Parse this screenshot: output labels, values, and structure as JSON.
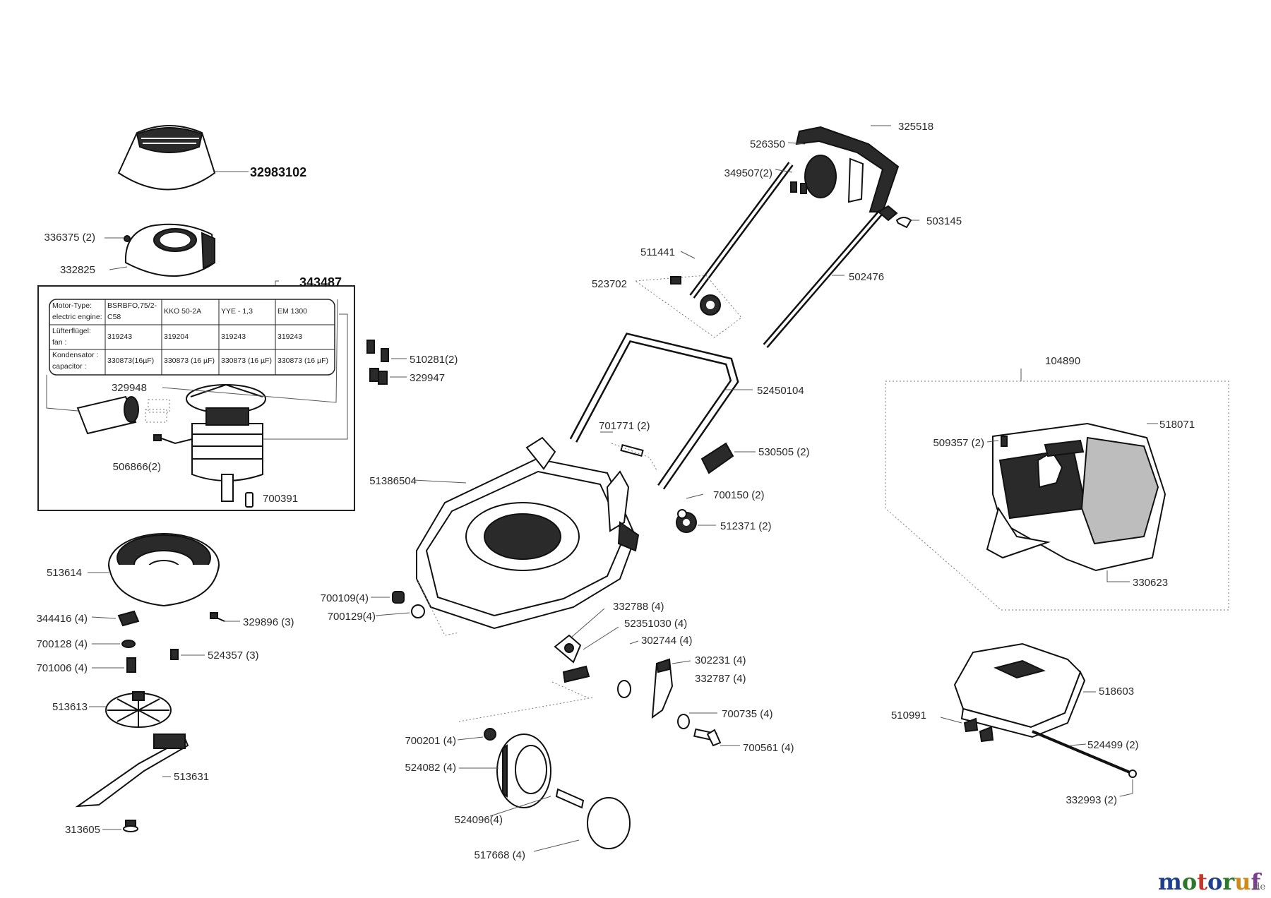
{
  "callouts": [
    {
      "id": "c32983102",
      "text": "32983102",
      "bold": true
    },
    {
      "id": "c336375",
      "text": "336375 (2)"
    },
    {
      "id": "c332825",
      "text": "332825"
    },
    {
      "id": "c343487",
      "text": "343487",
      "bold": true
    },
    {
      "id": "c329948",
      "text": "329948"
    },
    {
      "id": "c506866",
      "text": "506866(2)"
    },
    {
      "id": "c700391",
      "text": "700391"
    },
    {
      "id": "c513614",
      "text": "513614"
    },
    {
      "id": "c344416",
      "text": "344416 (4)"
    },
    {
      "id": "c329896",
      "text": "329896 (3)"
    },
    {
      "id": "c700128",
      "text": "700128 (4)"
    },
    {
      "id": "c524357",
      "text": "524357 (3)"
    },
    {
      "id": "c701006",
      "text": "701006 (4)"
    },
    {
      "id": "c513613",
      "text": "513613"
    },
    {
      "id": "c513631",
      "text": "513631"
    },
    {
      "id": "c313605",
      "text": "313605"
    },
    {
      "id": "c325518",
      "text": "325518"
    },
    {
      "id": "c526350",
      "text": "526350"
    },
    {
      "id": "c349507",
      "text": "349507(2)"
    },
    {
      "id": "c503145",
      "text": "503145"
    },
    {
      "id": "c511441",
      "text": "511441"
    },
    {
      "id": "c523702",
      "text": "523702"
    },
    {
      "id": "c502476",
      "text": "502476"
    },
    {
      "id": "c510281",
      "text": "510281(2)"
    },
    {
      "id": "c329947",
      "text": "329947"
    },
    {
      "id": "c52450104",
      "text": "52450104"
    },
    {
      "id": "c701771",
      "text": "701771 (2)"
    },
    {
      "id": "c530505",
      "text": "530505 (2)"
    },
    {
      "id": "c51386504",
      "text": "51386504"
    },
    {
      "id": "c700150",
      "text": "700150 (2)"
    },
    {
      "id": "c512371",
      "text": "512371 (2)"
    },
    {
      "id": "c700109",
      "text": "700109(4)"
    },
    {
      "id": "c700129",
      "text": "700129(4)"
    },
    {
      "id": "c332788",
      "text": "332788 (4)"
    },
    {
      "id": "c52351030",
      "text": "52351030 (4)"
    },
    {
      "id": "c302744",
      "text": "302744 (4)"
    },
    {
      "id": "c302231",
      "text": "302231 (4)"
    },
    {
      "id": "c332787",
      "text": "332787 (4)"
    },
    {
      "id": "c700735",
      "text": "700735 (4)"
    },
    {
      "id": "c700561",
      "text": "700561 (4)"
    },
    {
      "id": "c700201",
      "text": "700201 (4)"
    },
    {
      "id": "c524082",
      "text": "524082 (4)"
    },
    {
      "id": "c524096",
      "text": "524096(4)"
    },
    {
      "id": "c517668",
      "text": "517668 (4)"
    },
    {
      "id": "c104890",
      "text": "104890"
    },
    {
      "id": "c509357",
      "text": "509357 (2)"
    },
    {
      "id": "c518071",
      "text": "518071"
    },
    {
      "id": "c330623",
      "text": "330623"
    },
    {
      "id": "c518603",
      "text": "518603"
    },
    {
      "id": "c510991",
      "text": "510991"
    },
    {
      "id": "c524499",
      "text": "524499 (2)"
    },
    {
      "id": "c332993",
      "text": "332993 (2)"
    }
  ],
  "motor_table": {
    "rows": [
      {
        "head": [
          "Motor-Type:",
          "electric engine:"
        ],
        "cells": [
          [
            "BSRBFO,75/2-",
            "C58"
          ],
          [
            "KKO 50-2A"
          ],
          [
            "YYE - 1,3"
          ],
          [
            "EM 1300"
          ]
        ]
      },
      {
        "head": [
          "Lüfterflügel:",
          "fan :"
        ],
        "cells": [
          [
            "319243"
          ],
          [
            "319204"
          ],
          [
            "319243"
          ],
          [
            "319243"
          ]
        ]
      },
      {
        "head": [
          "Kondensator :",
          "capacitor :"
        ],
        "cells": [
          [
            "330873(16µF)"
          ],
          [
            "330873 (16 µF)"
          ],
          [
            "330873 (16 µF)"
          ],
          [
            "330873 (16 µF)"
          ]
        ]
      }
    ]
  },
  "logo": {
    "letters": [
      "m",
      "o",
      "t",
      "o",
      "r",
      "u",
      "f"
    ],
    "colors": [
      "#1f3f8f",
      "#2b7a2b",
      "#c0392b",
      "#1f3f8f",
      "#2b7a2b",
      "#d08a1a",
      "#7a3f8f"
    ],
    "suffix": ".de"
  }
}
